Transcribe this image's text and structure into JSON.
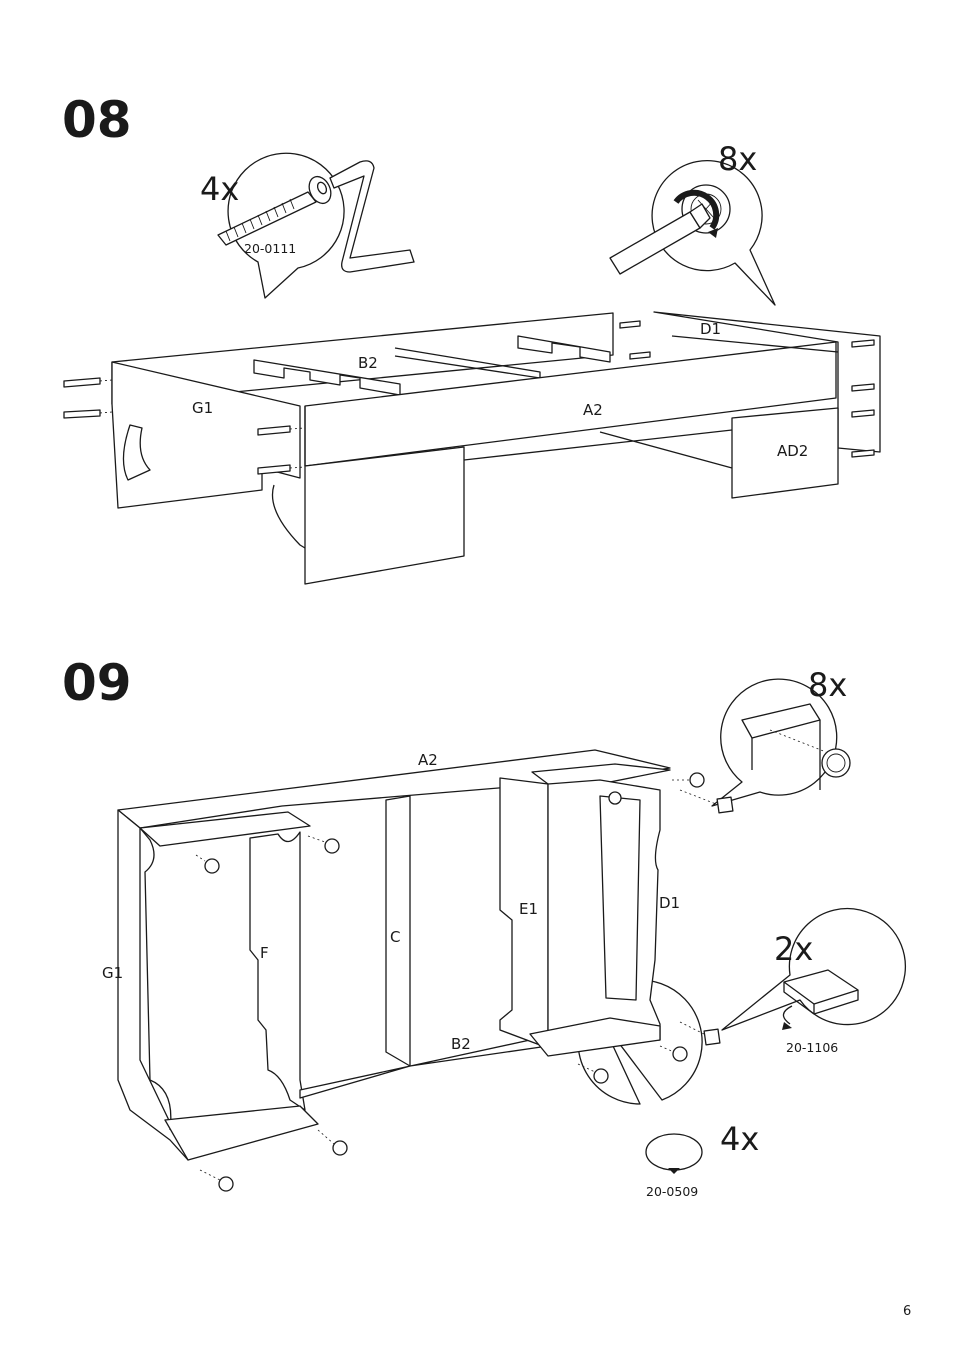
{
  "page_number": "6",
  "step08": {
    "number": "08",
    "callout_dowel": {
      "qty": "4x",
      "article": "20-0111"
    },
    "callout_screwdriver": {
      "qty": "8x"
    },
    "parts": {
      "b2": "B2",
      "g1": "G1",
      "a2": "A2",
      "d1": "D1",
      "ad2": "AD2"
    }
  },
  "step09": {
    "number": "09",
    "callout_cam": {
      "qty": "8x"
    },
    "callout_pad": {
      "qty": "2x",
      "article": "20-1106"
    },
    "callout_glide": {
      "qty": "4x",
      "article": "20-0509"
    },
    "parts": {
      "a2": "A2",
      "g1": "G1",
      "f": "F",
      "c": "C",
      "e1": "E1",
      "d1": "D1",
      "b2": "B2"
    }
  }
}
